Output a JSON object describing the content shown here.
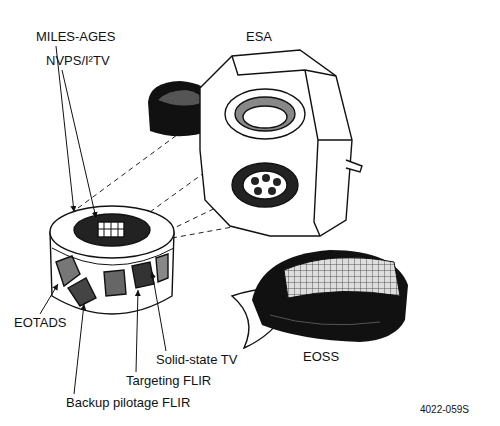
{
  "diagram": {
    "labels": [
      "MILES-AGES",
      "NVPS/I²TV",
      "ESA",
      "EOTADS",
      "Solid-state TV",
      "EOSS",
      "Targeting FLIR",
      "Backup pilotage FLIR",
      "4022-059S"
    ]
  }
}
